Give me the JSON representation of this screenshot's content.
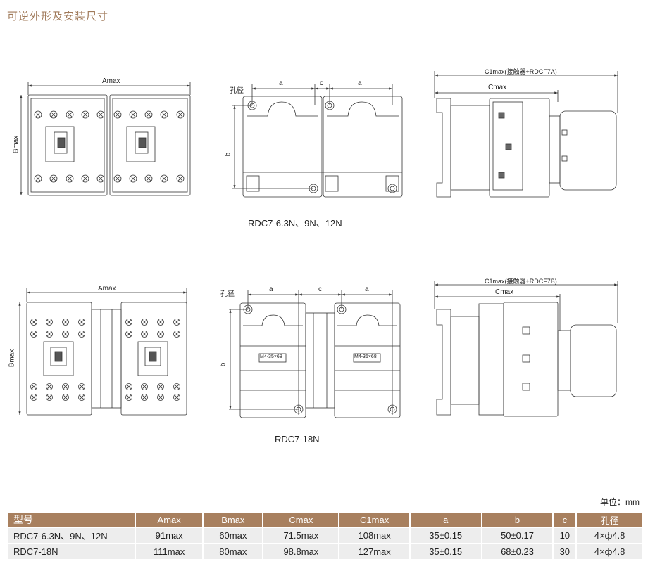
{
  "title": "可逆外形及安装尺寸",
  "drawing_1": {
    "front_width_label": "Amax",
    "front_height_label": "Bmax",
    "mount_labels": {
      "a1": "a",
      "c": "c",
      "a2": "a",
      "b": "b",
      "hole": "孔径"
    },
    "side_total_label": "C1max(接触器+RDCF7A)",
    "side_label": "Cmax",
    "caption": "RDC7-6.3N、9N、12N"
  },
  "drawing_2": {
    "front_width_label": "Amax",
    "front_height_label": "Bmax",
    "mount_labels": {
      "a1": "a",
      "c": "c",
      "a2": "a",
      "b": "b",
      "hole": "孔径"
    },
    "plate_label_1": "M4-35×68",
    "plate_label_2": "M4-35×68",
    "side_total_label": "C1max(接触器+RDCF7B)",
    "side_label": "Cmax",
    "caption": "RDC7-18N"
  },
  "unit": "单位：mm",
  "table": {
    "headers": [
      "型号",
      "Amax",
      "Bmax",
      "Cmax",
      "C1max",
      "a",
      "b",
      "c",
      "孔径"
    ],
    "rows": [
      [
        "RDC7-6.3N、9N、12N",
        "91max",
        "60max",
        "71.5max",
        "108max",
        "35±0.15",
        "50±0.17",
        "10",
        "4×ф4.8"
      ],
      [
        "RDC7-18N",
        "111max",
        "80max",
        "98.8max",
        "127max",
        "35±0.15",
        "68±0.23",
        "30",
        "4×ф4.8"
      ]
    ]
  },
  "colors": {
    "accent": "#a8805f",
    "title": "#a07a5a",
    "row_bg": "#ededed"
  }
}
